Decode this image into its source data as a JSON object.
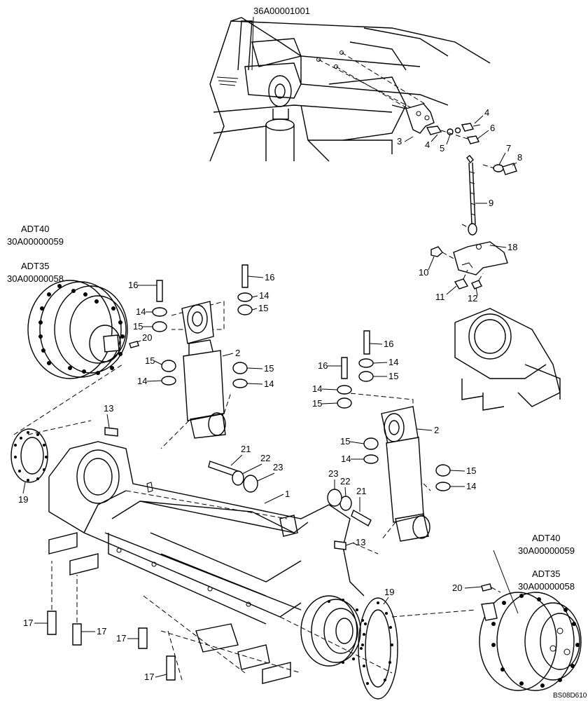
{
  "assembly_ref_top": "36A00001001",
  "hub_left": {
    "model_a": "ADT40",
    "code_a": "30A00000059",
    "model_b": "ADT35",
    "code_b": "30A00000058"
  },
  "hub_right": {
    "model_a": "ADT40",
    "code_a": "30A00000059",
    "model_b": "ADT35",
    "code_b": "30A00000058"
  },
  "drawing_code": "BS08D610",
  "callouts": {
    "c1": "1",
    "c2a": "2",
    "c2b": "2",
    "c3": "3",
    "c4a": "4",
    "c4b": "4",
    "c5": "5",
    "c6": "6",
    "c7": "7",
    "c8": "8",
    "c9": "9",
    "c10": "10",
    "c11": "11",
    "c12": "12",
    "c13a": "13",
    "c13b": "13",
    "c14a": "14",
    "c14b": "14",
    "c14c": "14",
    "c14d": "14",
    "c14e": "14",
    "c14f": "14",
    "c14g": "14",
    "c14h": "14",
    "c15a": "15",
    "c15b": "15",
    "c15c": "15",
    "c15d": "15",
    "c15e": "15",
    "c15f": "15",
    "c15g": "15",
    "c15h": "15",
    "c16a": "16",
    "c16b": "16",
    "c16c": "16",
    "c16d": "16",
    "c17a": "17",
    "c17b": "17",
    "c17c": "17",
    "c17d": "17",
    "c18": "18",
    "c19a": "19",
    "c19b": "19",
    "c20a": "20",
    "c20b": "20",
    "c21a": "21",
    "c21b": "21",
    "c22a": "22",
    "c22b": "22",
    "c23a": "23",
    "c23b": "23"
  }
}
